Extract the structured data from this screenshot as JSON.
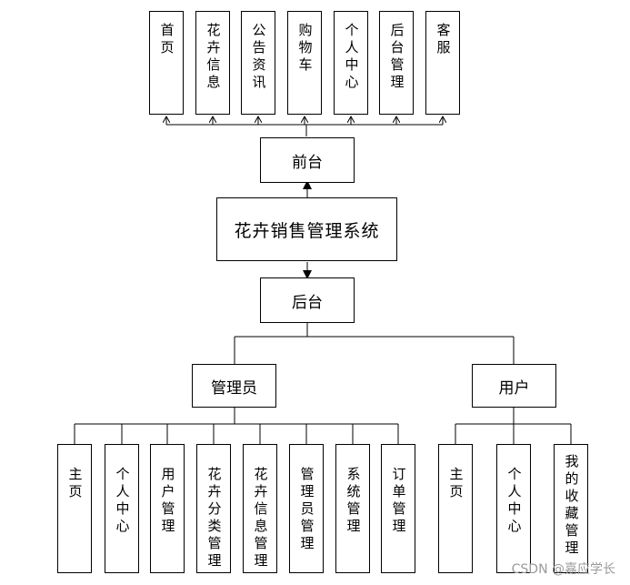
{
  "system": {
    "title": "花卉销售管理系统",
    "frontend": {
      "label": "前台",
      "modules": [
        "首页",
        "花卉信息",
        "公告资讯",
        "购物车",
        "个人中心",
        "后台管理",
        "客服"
      ]
    },
    "backend": {
      "label": "后台",
      "admin": {
        "label": "管理员",
        "modules": [
          "主页",
          "个人中心",
          "用户管理",
          "花卉分类管理",
          "花卉信息管理",
          "管理员管理",
          "系统管理",
          "订单管理"
        ]
      },
      "user": {
        "label": "用户",
        "modules": [
          "主页",
          "个人中心",
          "我的收藏管理"
        ]
      }
    }
  },
  "watermark": "CSDN @嘉应学长"
}
